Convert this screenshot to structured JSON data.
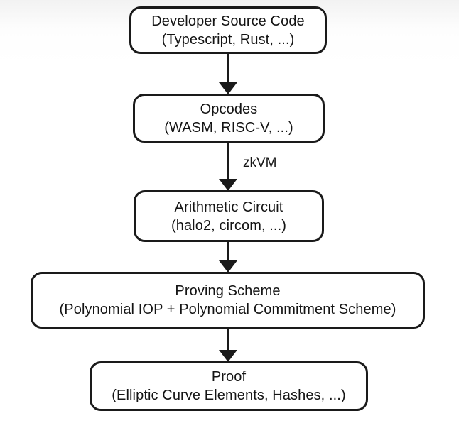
{
  "diagram": {
    "title": "zk proving pipeline flowchart",
    "background_color": "#ffffff",
    "stroke_color": "#1a1a1a",
    "text_color": "#141414",
    "nodes": [
      {
        "id": "source",
        "line1": "Developer Source Code",
        "line2": "(Typescript, Rust, ...)"
      },
      {
        "id": "opcodes",
        "line1": "Opcodes",
        "line2": "(WASM, RISC-V, ...)"
      },
      {
        "id": "circuit",
        "line1": "Arithmetic Circuit",
        "line2": "(halo2, circom, ...)"
      },
      {
        "id": "proving",
        "line1": "Proving Scheme",
        "line2": "(Polynomial IOP + Polynomial Commitment Scheme)"
      },
      {
        "id": "proof",
        "line1": "Proof",
        "line2": "(Elliptic Curve Elements, Hashes, ...)"
      }
    ],
    "edges": [
      {
        "id": "edge-1",
        "from": "source",
        "to": "opcodes",
        "label": ""
      },
      {
        "id": "edge-2",
        "from": "opcodes",
        "to": "circuit",
        "label": "zkVM"
      },
      {
        "id": "edge-3",
        "from": "circuit",
        "to": "proving",
        "label": ""
      },
      {
        "id": "edge-4",
        "from": "proving",
        "to": "proof",
        "label": ""
      }
    ]
  }
}
